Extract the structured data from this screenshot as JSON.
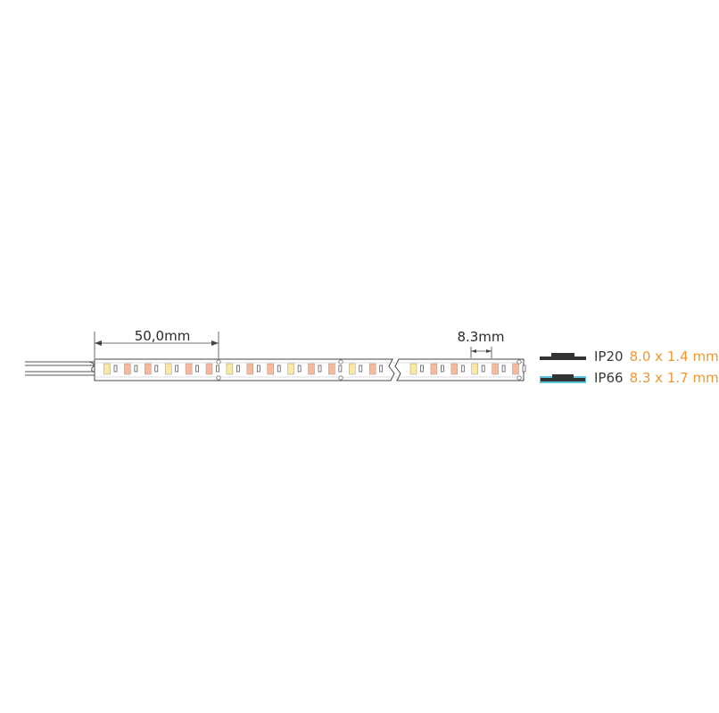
{
  "dimension_segment_length": "50,0mm",
  "dimension_led_pitch": "8.3mm",
  "profiles": [
    {
      "rating": "IP20",
      "size": "8.0 x 1.4 mm"
    },
    {
      "rating": "IP66",
      "size": "8.3 x 1.7 mm"
    }
  ],
  "colors": {
    "warm_led": "#f7b999",
    "cool_led": "#fbe9a2",
    "accent_text": "#f0962a",
    "ip66_coating": "#5ac8e0",
    "profile_dark": "#333333"
  }
}
